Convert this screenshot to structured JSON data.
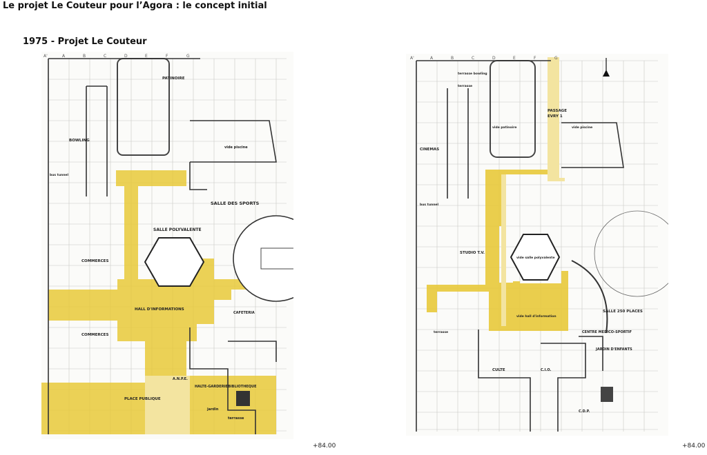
{
  "page": {
    "title": "Le projet Le Couteur pour l’Agora : le concept initial"
  },
  "left_plan": {
    "title": "1975 - Projet Le Couteur",
    "elevation": "+84.00",
    "labels": {
      "bowling": "BOWLING",
      "patinoire": "PATINOIRE",
      "salle_sports": "SALLE DES SPORTS",
      "salle_polyvalente": "SALLE POLYVALENTE",
      "commerces_1": "COMMERCES",
      "commerces_2": "COMMERCES",
      "hall": "HALL D'INFORMATIONS",
      "cafeteria": "CAFETERIA",
      "anpe": "A.N.P.E.",
      "halte": "HALTE-GARDERIE",
      "bibliotheque": "BIBLIOTHEQUE",
      "place": "PLACE PUBLIQUE",
      "jardin": "jardin",
      "terrasse": "terrasse",
      "vide_piscine": "vide piscine",
      "bus_tunnel": "bus tunnel"
    }
  },
  "right_plan": {
    "elevation": "+84.00",
    "north_icon": "north-arrow-icon",
    "labels": {
      "terrasse_bowling": "terrasse bowling",
      "terrasse": "terrasse",
      "passage": "PASSAGE",
      "evry": "EVRY 1",
      "vide_patinoire": "vide patinoire",
      "vide_piscine": "vide piscine",
      "cinemas": "CINEMAS",
      "bus_tunnel": "bus tunnel",
      "studio": "STUDIO T.V.",
      "vide_salle": "vide salle polyvalente",
      "vide_hall": "vide hall d'information",
      "salle_places": "SALLE 250 PLACES",
      "centre_medico": "CENTRE MEDICO-SPORTIF",
      "jardin_enfants": "JARDIN D'ENFANTS",
      "culte": "CULTE",
      "cio": "C.I.O.",
      "cdp": "C.D.P.",
      "terrasse_2": "terrasse"
    }
  },
  "colors": {
    "highlight": "#e8c93a",
    "highlight_light": "#f3e4a0",
    "line": "#444444"
  }
}
